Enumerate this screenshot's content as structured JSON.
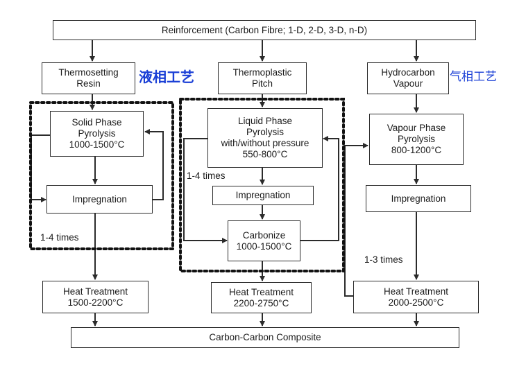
{
  "reinforcement": "Reinforcement (Carbon Fibre; 1-D, 2-D, 3-D, n-D)",
  "columns": {
    "left": {
      "source": [
        "Thermosetting",
        "Resin"
      ],
      "annotation": "液相工艺",
      "pyrolysis": [
        "Solid Phase",
        "Pyrolysis",
        "1000-1500°C"
      ],
      "impregnation": "Impregnation",
      "loop_label": "1-4 times",
      "heat_treatment": [
        "Heat Treatment",
        "1500-2200°C"
      ]
    },
    "middle": {
      "source": [
        "Thermoplastic",
        "Pitch"
      ],
      "pyrolysis": [
        "Liquid Phase",
        "Pyrolysis",
        "with/without pressure",
        "550-800°C"
      ],
      "loop_label": "1-4 times",
      "impregnation": "Impregnation",
      "carbonize": [
        "Carbonize",
        "1000-1500°C"
      ],
      "heat_treatment": [
        "Heat Treatment",
        "2200-2750°C"
      ]
    },
    "right": {
      "source": [
        "Hydrocarbon",
        "Vapour"
      ],
      "annotation": "气相工艺",
      "pyrolysis": [
        "Vapour Phase",
        "Pyrolysis",
        "800-1200°C"
      ],
      "impregnation": "Impregnation",
      "loop_label": "1-3 times",
      "heat_treatment": [
        "Heat Treatment",
        "2000-2500°C"
      ]
    }
  },
  "composite": "Carbon-Carbon Composite",
  "colors": {
    "line": "#2b2b2b",
    "annotation": "#1a3fd6"
  }
}
